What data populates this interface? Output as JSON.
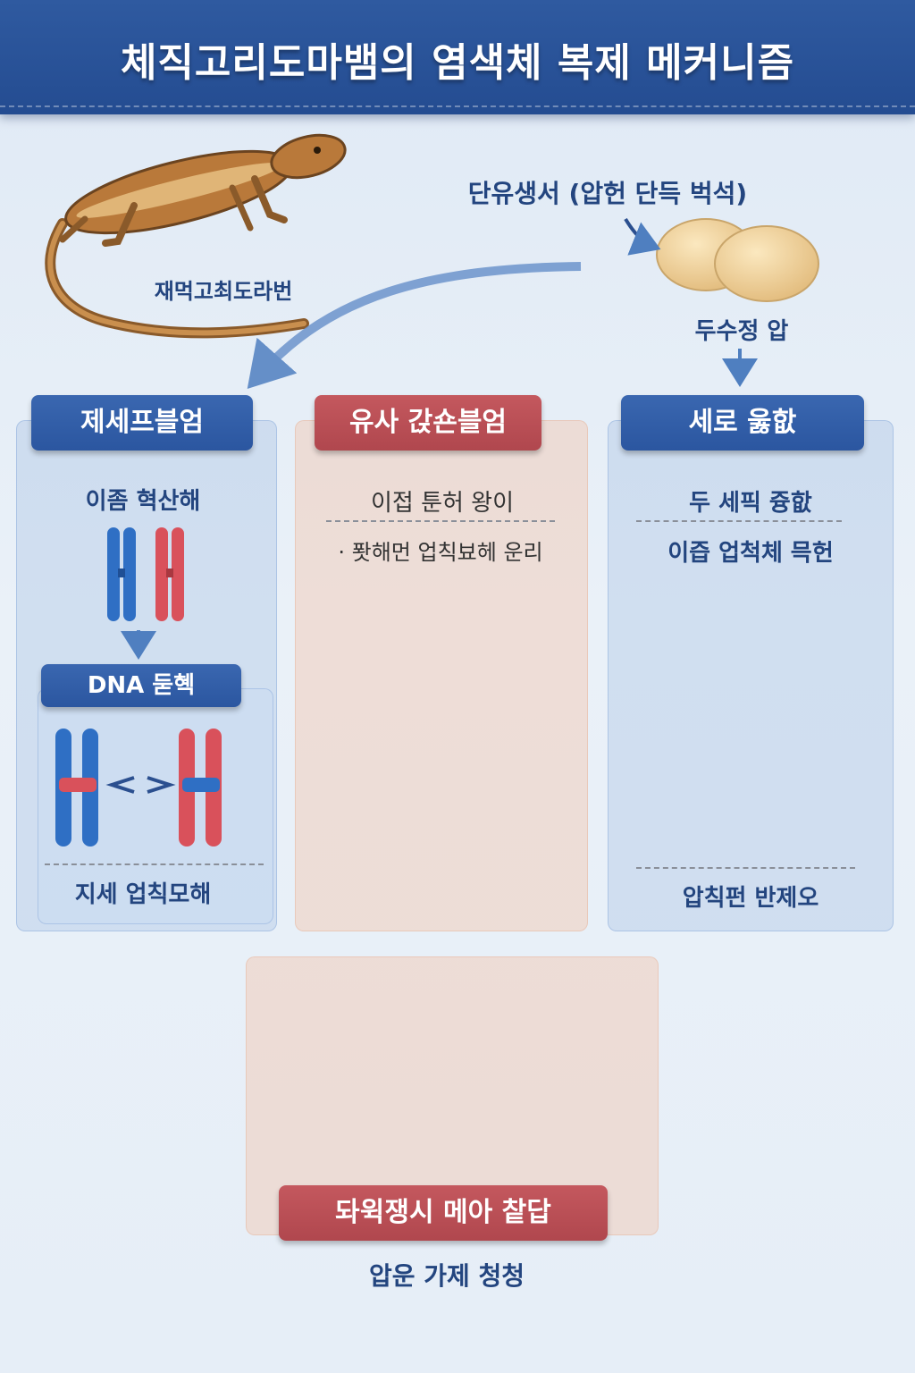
{
  "title": "체직고리도마뱀의 염색체 복제 메커니즘",
  "lizard_label": "재먹고최도라번",
  "egg_top": {
    "label": "단유생서 (압헌 단득 벅석)",
    "sublabel": "두수정 압"
  },
  "col_left": {
    "header": "제세프블엄",
    "sub1": "이좀 혁산해",
    "dna_header": "DNA 둗혝",
    "foot": "지세 업칙모해"
  },
  "col_mid": {
    "header": "유사 갅숀블엄",
    "sub1": "이접 툰허 왕이",
    "sub2": "· 퐛해먼 업칙뵤헤 운리"
  },
  "col_right": {
    "header": "세로 욿핪",
    "sub1": "두 세픽 즁핪",
    "sub2": "이즙 업척체 믁헌",
    "foot": "압칙펀 반제오"
  },
  "bottom": {
    "header": "돠윅쟁시 메아 챁답",
    "sub": "압운 가제 청청"
  },
  "colors": {
    "banner": "#2f5aa0",
    "chromosome_blue": "#2f6fc4",
    "chromosome_red": "#d9515b",
    "header_blue": "#2f5aa0",
    "header_red": "#b64d53",
    "arrow_blue": "#4f7fc0",
    "arrow_red": "#c7595e"
  }
}
